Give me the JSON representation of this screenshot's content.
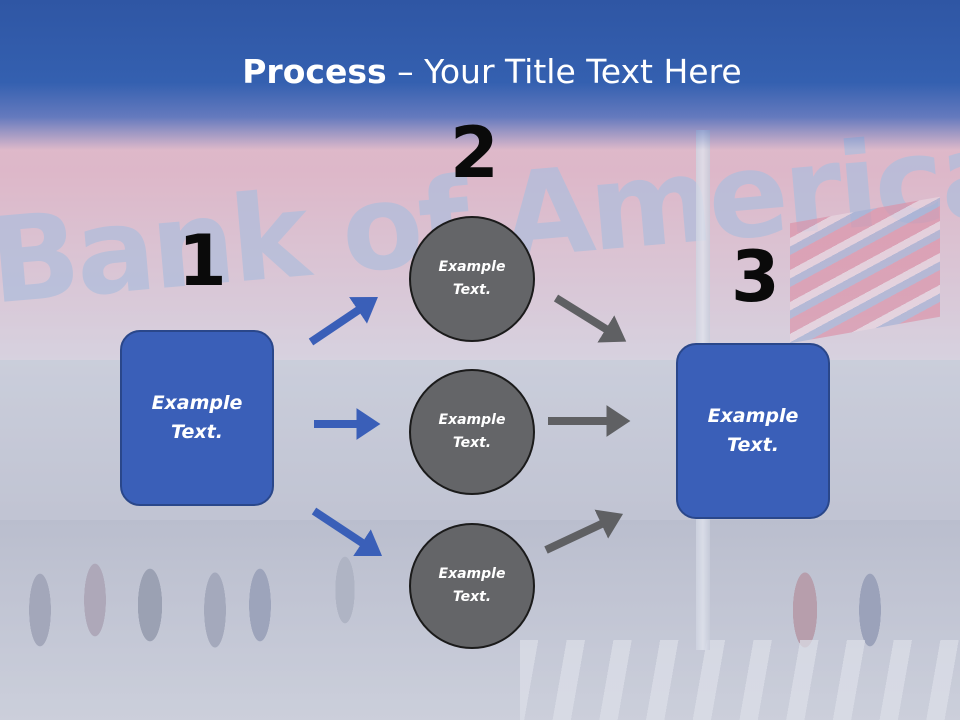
{
  "slide": {
    "title_bold": "Process",
    "title_rest": " – Your Title Text Here"
  },
  "steps": {
    "one": "1",
    "two": "2",
    "three": "3"
  },
  "left_box": {
    "line1": "Example",
    "line2": "Text."
  },
  "right_box": {
    "line1": "Example",
    "line2": "Text."
  },
  "circles": [
    {
      "line1": "Example",
      "line2": "Text."
    },
    {
      "line1": "Example",
      "line2": "Text."
    },
    {
      "line1": "Example",
      "line2": "Text."
    }
  ],
  "colors": {
    "title_bar": "#3460b0",
    "box_fill": "#3a5fb8",
    "circle_fill": "#646568",
    "arrow_blue": "#3a5fb8",
    "arrow_gray": "#5f6063"
  }
}
